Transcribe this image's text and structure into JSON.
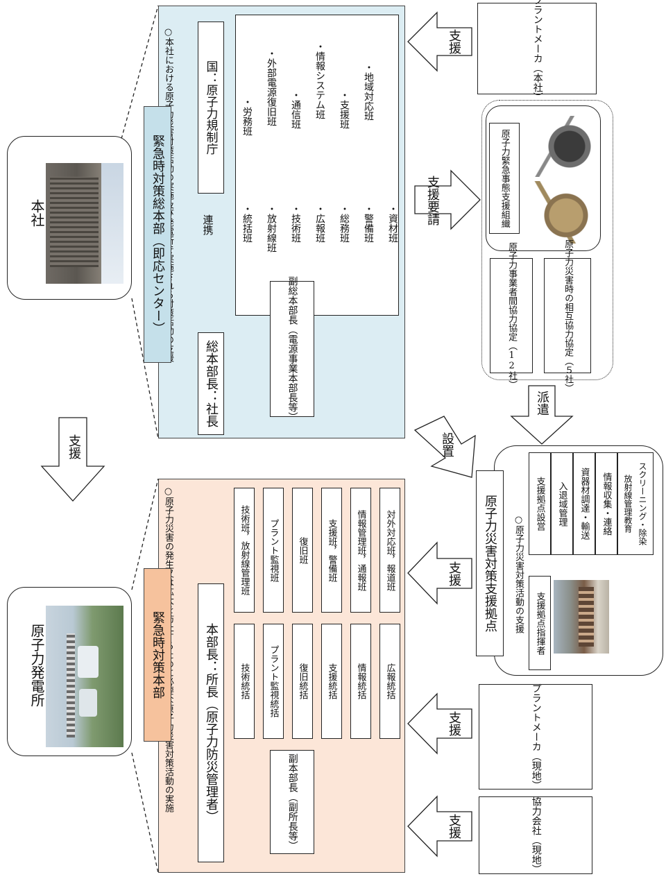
{
  "hq": {
    "caption": "本社",
    "title": "緊急時対策総本部（即応センター）",
    "note": "○本社における原子力災害対策活動の実施及び発電所で実施される対策活動の支援",
    "chief": "総本部長：社長",
    "liaison": "連携",
    "government": "国：原子力規制庁",
    "deputy": [
      "副総本部長",
      "（電源事業本部長等）"
    ],
    "teams_col1": [
      "・統括班",
      "・放射線班",
      "・技術班",
      "・広報班",
      "・総務班",
      "・警備班",
      "・資材班"
    ],
    "teams_col2": [
      "・労務班",
      "・外部電源復旧班",
      "・通信班",
      "・情報システム班",
      "・支援班",
      "・地域対応班"
    ]
  },
  "site": {
    "caption": "原子力発電所",
    "title": "緊急時対策本部",
    "note": "○原子力災害の発生又は拡大を防止するために必要な原子力災害対策活動の実施",
    "chief": "本部長：所長（原子力防災管理者）",
    "deputy": [
      "副本部長",
      "（副所長等）"
    ],
    "managers": [
      "技術統括",
      "プラント監視統括",
      "復旧統括",
      "支援統括",
      "情報統括",
      "広報統括"
    ],
    "teams": [
      "技術班，放射線管理班",
      "プラント監視班",
      "復旧班",
      "支援班，警備班",
      "情報管理班，通報班",
      "対外対応班，報道班"
    ]
  },
  "base": {
    "title": "原子力災害対策支援拠点",
    "note": "○原子力災害対策活動の支援",
    "commander": "支援拠点指揮者",
    "tasks": [
      "支援拠点設営",
      "入退域管理",
      "資器材調達・輸送",
      "情報収集・連絡",
      "スクリーニング・除染",
      "放射線管理教育"
    ]
  },
  "orgs": {
    "plant_maker_hq": [
      "プラントメーカ",
      "（本社）"
    ],
    "support_org": [
      "原子力緊急事態",
      "支援組織"
    ],
    "agreement_12": [
      "原子力事業者間",
      "協力協定",
      "（12社）"
    ],
    "agreement_5": [
      "原子力災害時の",
      "相互協力協定",
      "（５社）"
    ],
    "plant_maker_local": [
      "プラントメーカ",
      "（現地）"
    ],
    "partner_local": [
      "協力会社",
      "（現地）"
    ]
  },
  "arrows": {
    "support_hq_to_site": "支援",
    "support_maker_hq": "支援",
    "request": "支援要請",
    "dispatch": "派遣",
    "establish": "設置",
    "support_base": "支援",
    "support_maker_local": "支援",
    "support_partner": "支援"
  },
  "colors": {
    "hq_panel": "#dcedf3",
    "hq_title": "#c5e0ea",
    "site_panel": "#fce6d8",
    "site_title": "#f6c29d"
  },
  "icons": [
    "building-photo-icon",
    "power-plant-photo-icon",
    "robot-photo-icon",
    "facility-photo-icon"
  ]
}
